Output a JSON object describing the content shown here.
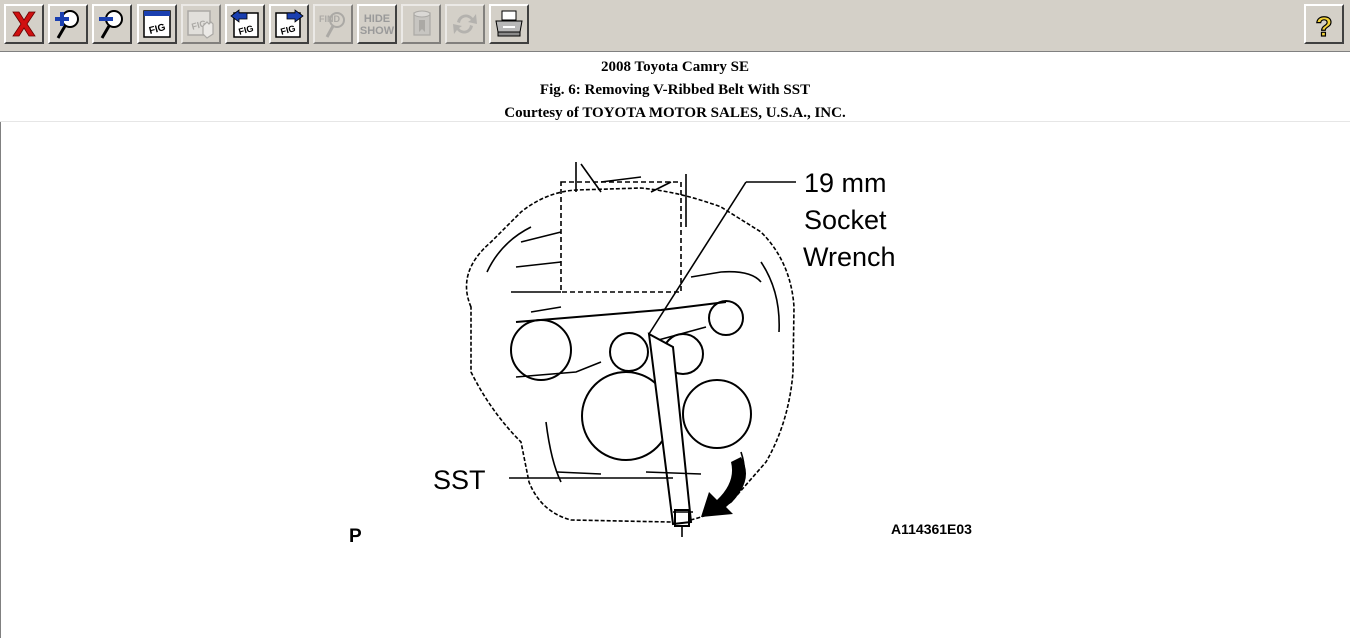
{
  "toolbar": {
    "buttons": [
      {
        "name": "close",
        "icon": "close-x-icon"
      },
      {
        "name": "zoom-in",
        "icon": "zoom-in-icon"
      },
      {
        "name": "zoom-out",
        "icon": "zoom-out-icon"
      },
      {
        "name": "figure",
        "icon": "figure-icon"
      },
      {
        "name": "figure-hand",
        "icon": "figure-hand-icon",
        "disabled": true
      },
      {
        "name": "previous-figure",
        "icon": "previous-figure-icon"
      },
      {
        "name": "next-figure",
        "icon": "next-figure-icon"
      },
      {
        "name": "find",
        "icon": "find-icon",
        "disabled": true
      },
      {
        "name": "hide-show",
        "icon": "hide-show-icon",
        "disabled": true
      },
      {
        "name": "bookmark",
        "icon": "bookmark-icon",
        "disabled": true
      },
      {
        "name": "refresh",
        "icon": "refresh-icon",
        "disabled": true
      },
      {
        "name": "print",
        "icon": "printer-icon"
      },
      {
        "name": "help",
        "icon": "help-question-icon"
      }
    ],
    "hide_label": "HIDE",
    "show_label": "SHOW",
    "find_label": "FIND",
    "fig_label": "FIG",
    "help_label": "?"
  },
  "header": {
    "vehicle": "2008 Toyota Camry SE",
    "figure_title": "Fig. 6: Removing V-Ribbed Belt With SST",
    "courtesy": "Courtesy of TOYOTA MOTOR SALES, U.S.A., INC."
  },
  "figure": {
    "callout_size": "19 mm",
    "callout_line2": "Socket",
    "callout_line3": "Wrench",
    "sst_label": "SST",
    "corner_label": "P",
    "figure_code": "A114361E03"
  },
  "colors": {
    "toolbar_bg": "#d4d0c8",
    "close_red": "#d01010",
    "help_yellow": "#f2d23a"
  }
}
